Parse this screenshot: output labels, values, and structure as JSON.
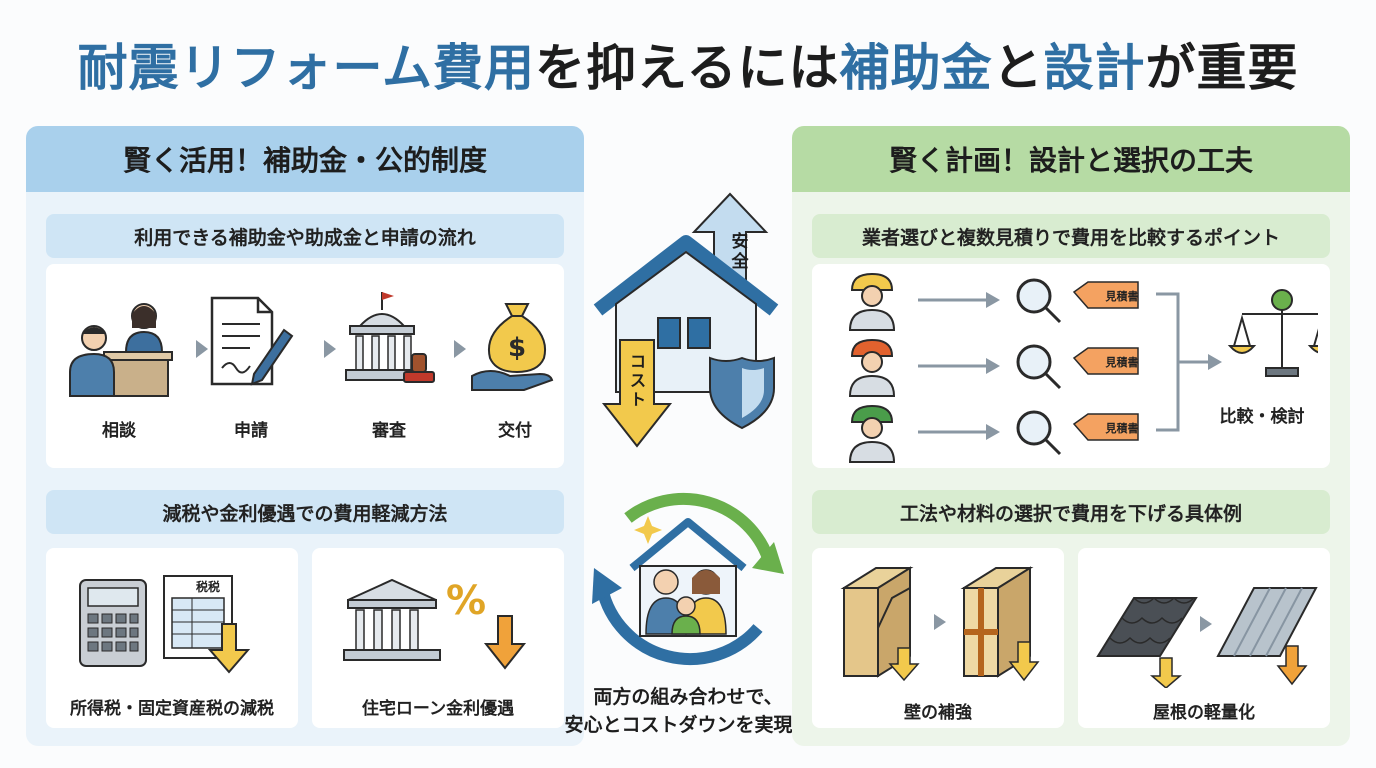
{
  "title": {
    "part1": "耐震リフォーム費用",
    "part2": "を抑えるには",
    "part3": "補助金",
    "part4": "と",
    "part5": "設計",
    "part6": "が重要"
  },
  "left": {
    "heading": "賢く活用！補助金・公的制度",
    "section1": {
      "heading": "利用できる補助金や助成金と申請の流れ",
      "steps": [
        "相談",
        "申請",
        "審査",
        "交付"
      ]
    },
    "section2": {
      "heading": "減税や金利優遇での費用軽減方法",
      "card1_label": "所得税・固定資産税の減税",
      "card1_doc": "税税",
      "card2_label": "住宅ローン金利優遇",
      "card2_symbol": "%"
    }
  },
  "center": {
    "safety_label": "安全",
    "cost_label": "コスト",
    "caption_line1": "両方の組み合わせで、",
    "caption_line2": "安心とコストダウンを実現！"
  },
  "right": {
    "heading": "賢く計画！設計と選択の工夫",
    "section1": {
      "heading": "業者選びと複数見積りで費用を比較するポイント",
      "tag": "見積書",
      "result": "比較・検討"
    },
    "section2": {
      "heading": "工法や材料の選択で費用を下げる具体例",
      "card1_label": "壁の補強",
      "card2_label": "屋根の軽量化"
    }
  },
  "colors": {
    "accent_blue": "#2f6fa3",
    "accent_green": "#6ab04c",
    "arrow_orange": "#f0a23a",
    "arrow_yellow": "#f2c94c"
  }
}
